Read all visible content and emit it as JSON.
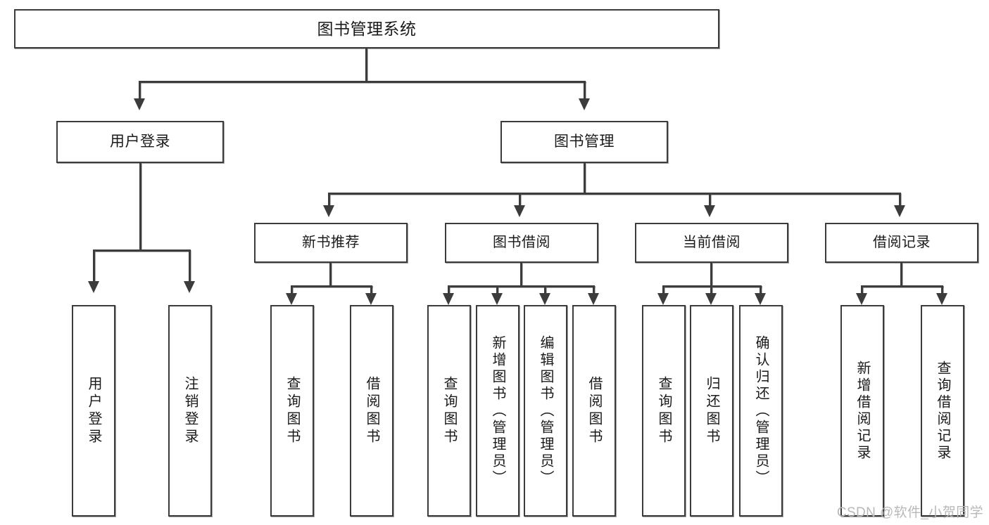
{
  "diagram": {
    "type": "tree",
    "title": "图书管理系统",
    "root": {
      "label": "图书管理系统"
    },
    "level2": [
      {
        "label": "用户登录"
      },
      {
        "label": "图书管理"
      }
    ],
    "level3": [
      {
        "label": "新书推荐"
      },
      {
        "label": "图书借阅"
      },
      {
        "label": "当前借阅"
      },
      {
        "label": "借阅记录"
      }
    ],
    "leaves": {
      "user_login": [
        {
          "label": "用户登录"
        },
        {
          "label": "注销登录"
        }
      ],
      "new_book_recommend": [
        {
          "label": "查询图书"
        },
        {
          "label": "借阅图书"
        }
      ],
      "book_borrow": [
        {
          "label": "查询图书"
        },
        {
          "label": "新增图书（管理员）"
        },
        {
          "label": "编辑图书（管理员）"
        },
        {
          "label": "借阅图书"
        }
      ],
      "current_borrow": [
        {
          "label": "查询图书"
        },
        {
          "label": "归还图书"
        },
        {
          "label": "确认归还（管理员）"
        }
      ],
      "borrow_record": [
        {
          "label": "新增借阅记录"
        },
        {
          "label": "查询借阅记录"
        }
      ]
    }
  },
  "watermark": {
    "text": "CSDN @软件_小贺同学"
  },
  "colors": {
    "border": "#3c3c3c",
    "background": "#ffffff",
    "text": "#1a1a1a",
    "watermark": "#b8b8b8"
  }
}
